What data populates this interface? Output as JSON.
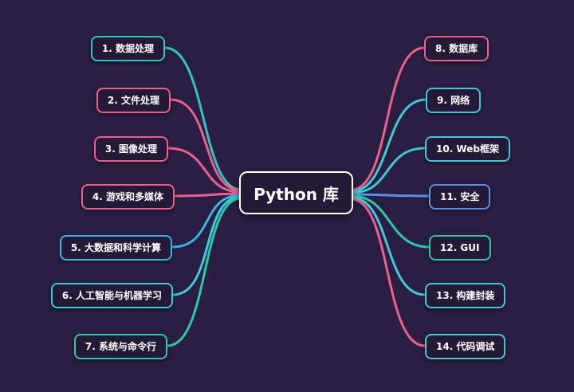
{
  "background": "#2a1f42",
  "center": {
    "label": "Python 库",
    "border": "#ffffff"
  },
  "left_nodes": [
    {
      "label": "1. 数据处理",
      "color": "#2fc7c0",
      "line": "#2fc7c0"
    },
    {
      "label": "2. 文件处理",
      "color": "#ee5f90",
      "line": "#ee5f90"
    },
    {
      "label": "3. 图像处理",
      "color": "#ee5f90",
      "line": "#ee5f90"
    },
    {
      "label": "4. 游戏和多媒体",
      "color": "#ee5f90",
      "line": "#ee5f90"
    },
    {
      "label": "5. 大数据和科学计算",
      "color": "#38b5e0",
      "line": "#38b5e0"
    },
    {
      "label": "6. 人工智能与机器学习",
      "color": "#38cdd8",
      "line": "#38cdd8"
    },
    {
      "label": "7. 系统与命令行",
      "color": "#2fc7a5",
      "line": "#2fc7a5"
    }
  ],
  "right_nodes": [
    {
      "label": "8. 数据库",
      "color": "#ee5f90",
      "line": "#ee5f90"
    },
    {
      "label": "9. 网络",
      "color": "#3ec9d8",
      "line": "#3ec9d8"
    },
    {
      "label": "10. Web框架",
      "color": "#3ec9d8",
      "line": "#3ec9d8"
    },
    {
      "label": "11. 安全",
      "color": "#5b8fe8",
      "line": "#5b8fe8"
    },
    {
      "label": "12. GUI",
      "color": "#2fc7a5",
      "line": "#2fc7a5"
    },
    {
      "label": "13. 构建封装",
      "color": "#3ec9d8",
      "line": "#3ec9d8"
    },
    {
      "label": "14. 代码调试",
      "color": "#49c4d4",
      "line": "#ee5f90"
    }
  ]
}
